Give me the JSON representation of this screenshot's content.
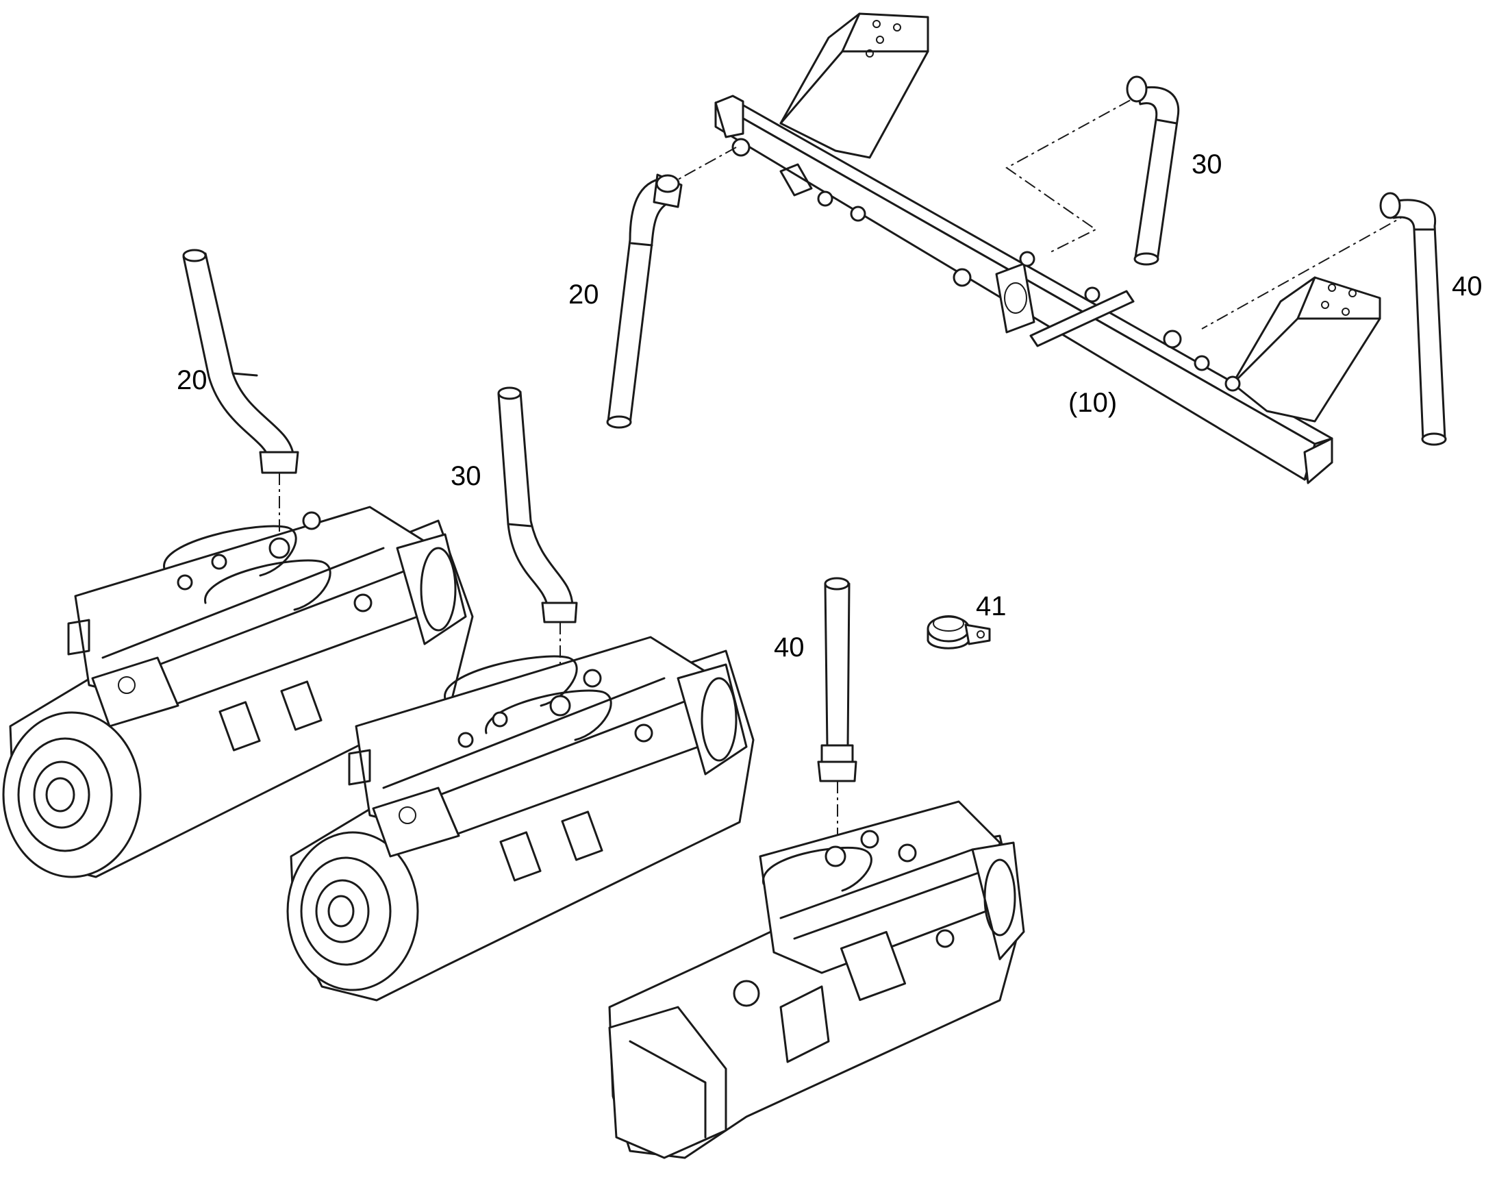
{
  "diagram": {
    "type": "exploded parts diagram",
    "colors": {
      "line": "#1a1a1a",
      "background": "#ffffff"
    },
    "callouts": [
      {
        "id": "manifold",
        "text": "(10)"
      },
      {
        "id": "hose20_top",
        "text": "20"
      },
      {
        "id": "hose20_left",
        "text": "20"
      },
      {
        "id": "hose30_top",
        "text": "30"
      },
      {
        "id": "hose30_mid",
        "text": "30"
      },
      {
        "id": "hose40_top",
        "text": "40"
      },
      {
        "id": "hose40_low",
        "text": "40"
      },
      {
        "id": "clamp41",
        "text": "41"
      }
    ]
  }
}
